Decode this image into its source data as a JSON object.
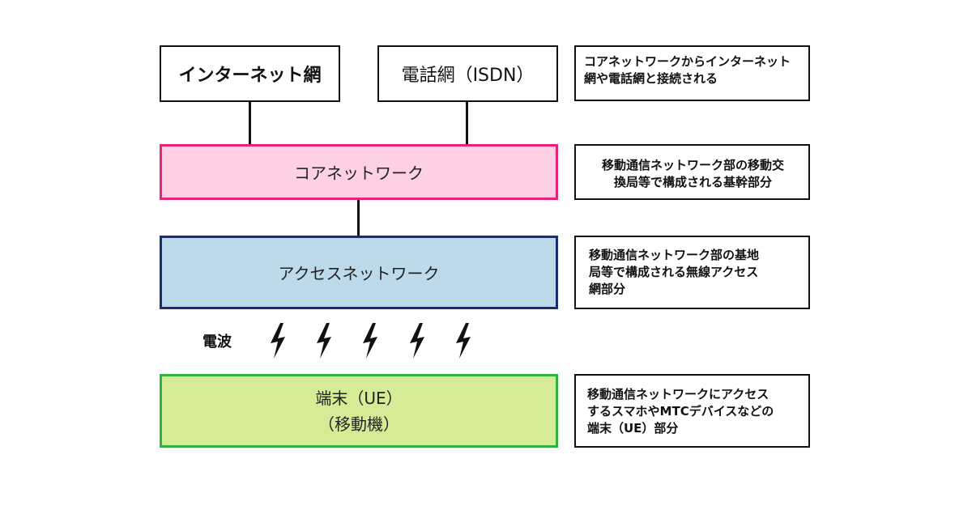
{
  "top": {
    "internet": "インターネット網",
    "phone": "電話網（ISDN）"
  },
  "layers": {
    "core": "コアネットワーク",
    "access": "アクセスネットワーク",
    "terminal_line1": "端末（UE）",
    "terminal_line2": "（移動機）"
  },
  "wave_label": "電波",
  "descriptions": {
    "top": "コアネットワークからインターネット\n網や電話網と接続される",
    "core": "移動通信ネットワーク部の移動交\n換局等で構成される基幹部分",
    "access": "移動通信ネットワーク部の基地\n局等で構成される無線アクセス\n網部分",
    "terminal": "移動通信ネットワークにアクセス\nするスマホやMTCデバイスなどの\n端末（UE）部分"
  },
  "colors": {
    "core_fill": "#fdd0e3",
    "core_border": "#e8247a",
    "access_fill": "#bcdaea",
    "access_border": "#1c2a78",
    "terminal_fill": "#d5eb95",
    "terminal_border": "#2fb33c"
  },
  "icons": {
    "radio_wave": "lightning-bolt-icon"
  }
}
